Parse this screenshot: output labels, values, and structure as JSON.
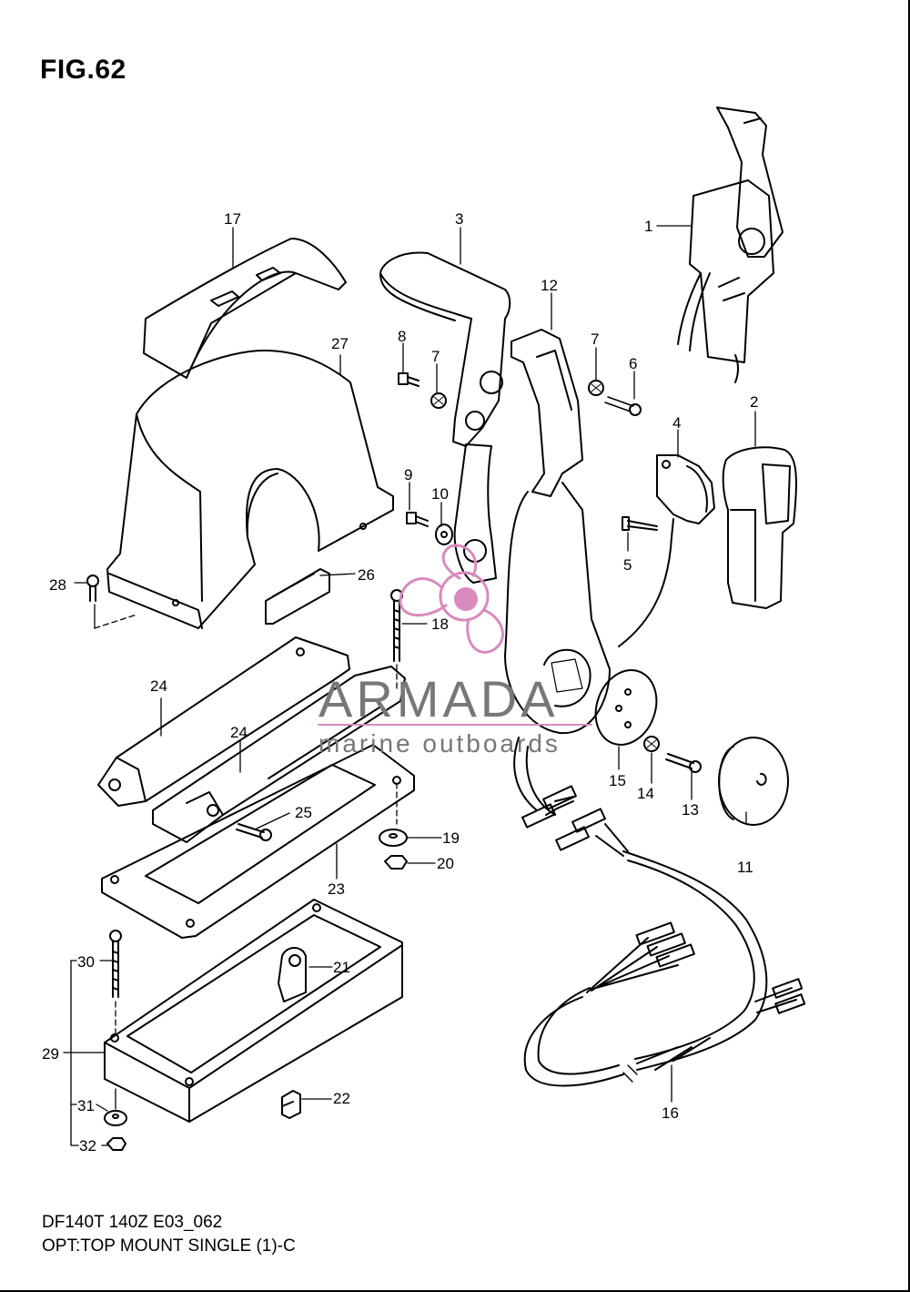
{
  "figure": {
    "title": "FIG.62",
    "footer_model": "DF140T 140Z E03_062",
    "footer_description": "OPT:TOP MOUNT SINGLE (1)-C"
  },
  "watermark": {
    "brand": "ARMADA",
    "tagline": "marine outboards",
    "logo_color": "#d98bbd"
  },
  "callouts": {
    "c1": "1",
    "c2": "2",
    "c3": "3",
    "c4": "4",
    "c5": "5",
    "c6": "6",
    "c7a": "7",
    "c7b": "7",
    "c8": "8",
    "c9": "9",
    "c10": "10",
    "c11": "11",
    "c12": "12",
    "c13": "13",
    "c14": "14",
    "c15": "15",
    "c16": "16",
    "c17": "17",
    "c18": "18",
    "c19": "19",
    "c20": "20",
    "c21": "21",
    "c22": "22",
    "c23": "23",
    "c24a": "24",
    "c24b": "24",
    "c25": "25",
    "c26": "26",
    "c27": "27",
    "c28": "28",
    "c29": "29",
    "c30": "30",
    "c31": "31",
    "c32": "32"
  }
}
